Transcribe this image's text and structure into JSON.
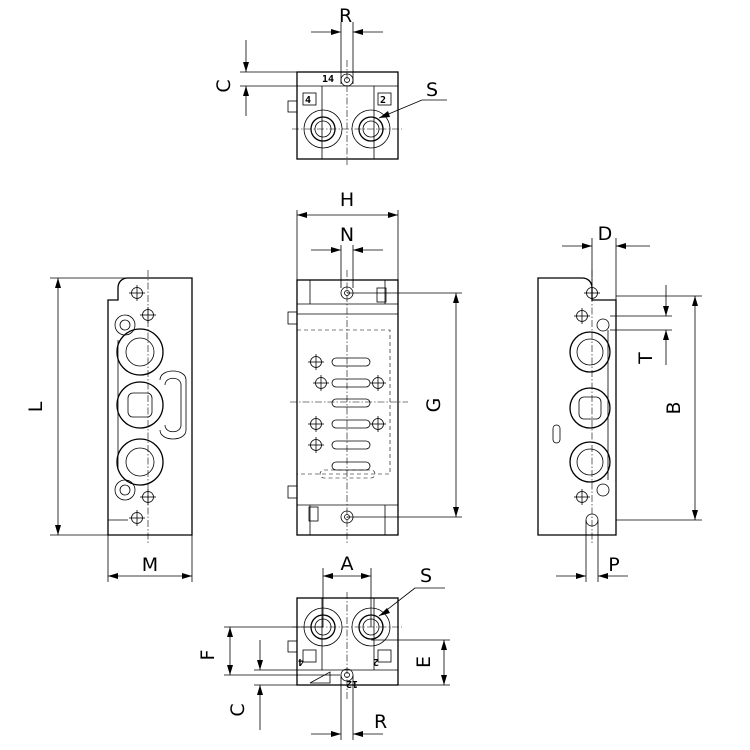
{
  "dimension_labels": {
    "R": "R",
    "C": "C",
    "S": "S",
    "H": "H",
    "N": "N",
    "G": "G",
    "L": "L",
    "M": "M",
    "D": "D",
    "T": "T",
    "B": "B",
    "P": "P",
    "A": "A",
    "F": "F",
    "E": "E"
  },
  "port_labels": {
    "p14": "14",
    "p4": "4",
    "p2": "2",
    "p12": "12"
  }
}
